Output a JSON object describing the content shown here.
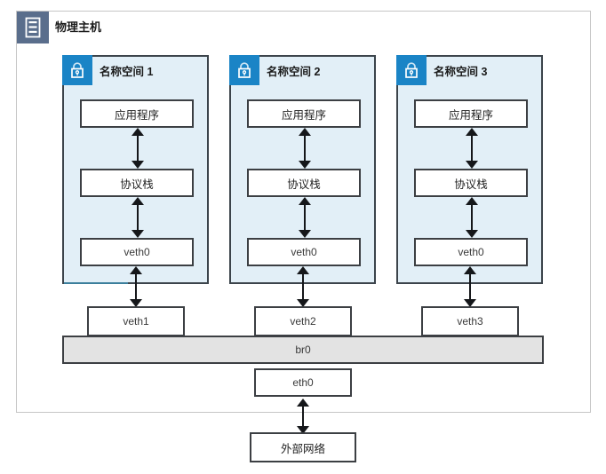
{
  "host": {
    "title": "物理主机",
    "icon": "host-server-icon",
    "badge_color": "#5a6e8c",
    "border_color": "#c6c6c6"
  },
  "namespaces": [
    {
      "title": "名称空间 1",
      "icon": "lock-icon",
      "nodes": {
        "app": "应用程序",
        "stack": "协议栈",
        "veth": "veth0"
      }
    },
    {
      "title": "名称空间 2",
      "icon": "lock-icon",
      "nodes": {
        "app": "应用程序",
        "stack": "协议栈",
        "veth": "veth0"
      }
    },
    {
      "title": "名称空间 3",
      "icon": "lock-icon",
      "nodes": {
        "app": "应用程序",
        "stack": "协议栈",
        "veth": "veth0"
      }
    }
  ],
  "host_ports": [
    {
      "label": "veth1"
    },
    {
      "label": "veth2"
    },
    {
      "label": "veth3"
    }
  ],
  "bridge": {
    "label": "br0",
    "fill": "#e3e3e3"
  },
  "uplink": {
    "label": "eth0"
  },
  "external": {
    "label": "外部网络"
  },
  "colors": {
    "namespace_fill": "#e2eff7",
    "namespace_border": "#3c444b",
    "lock_badge": "#1a84c6",
    "node_border": "#3c3f43",
    "arrow": "#15171a"
  }
}
